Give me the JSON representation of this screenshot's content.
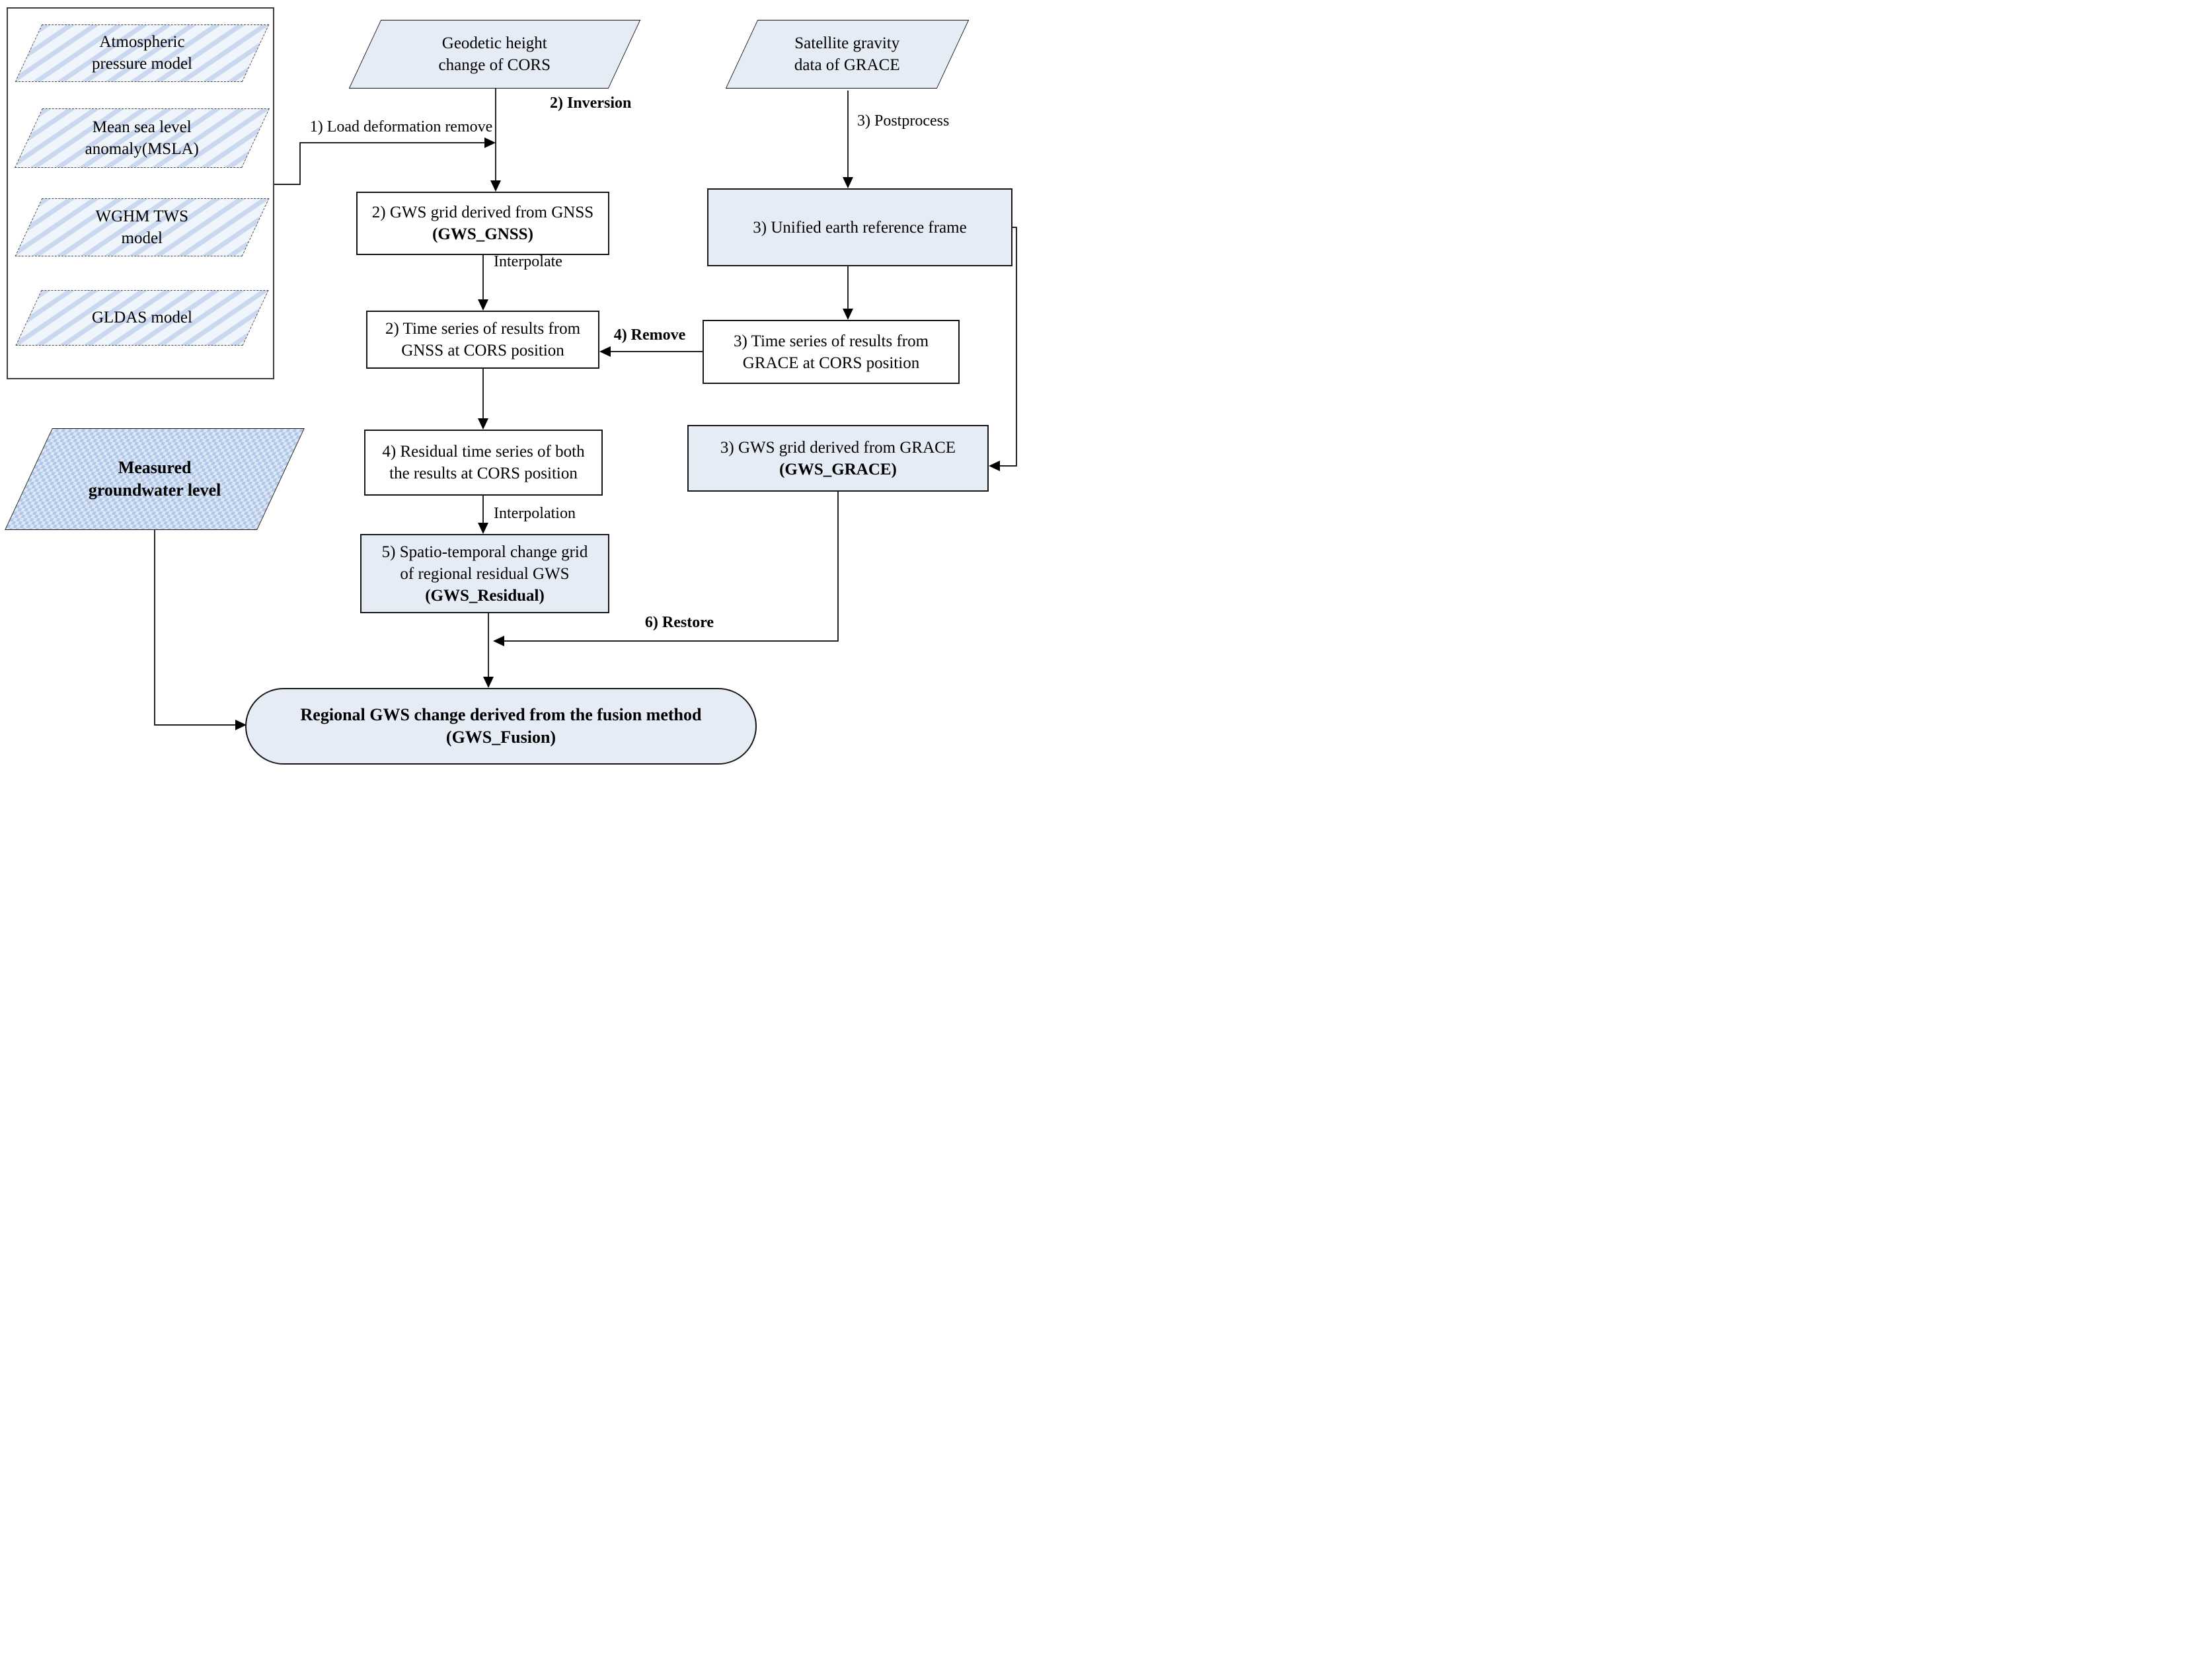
{
  "nodes": {
    "atmospheric": {
      "line1": "Atmospheric",
      "line2": "pressure model"
    },
    "msla": {
      "line1": "Mean sea level",
      "line2": "anomaly(MSLA)"
    },
    "wghm": {
      "line1": "WGHM TWS",
      "line2": "model"
    },
    "gldas": {
      "line1": "GLDAS model"
    },
    "cors": {
      "line1": "Geodetic height",
      "line2": "change of CORS"
    },
    "grace_sat": {
      "line1": "Satellite gravity",
      "line2": "data of GRACE"
    },
    "gws_gnss": {
      "line1": "2) GWS grid derived from GNSS",
      "line2_bold": "(GWS_GNSS)"
    },
    "unified": {
      "line1": "3) Unified earth reference frame"
    },
    "gnss_ts": {
      "line1": "2) Time series of results from",
      "line2": "GNSS at CORS position"
    },
    "grace_ts": {
      "line1": "3) Time series of results from",
      "line2": "GRACE at CORS position"
    },
    "residual_ts": {
      "line1": "4) Residual time series of both",
      "line2": "the results at CORS position"
    },
    "gws_residual": {
      "line1": "5) Spatio-temporal change grid",
      "line2": "of regional residual GWS",
      "line3_bold": "(GWS_Residual)"
    },
    "gws_grace": {
      "line1": "3) GWS grid derived from GRACE",
      "line2_bold": "(GWS_GRACE)"
    },
    "measured": {
      "line1": "Measured",
      "line2": "groundwater level"
    },
    "fusion": {
      "line1": "Regional GWS change derived from the fusion method",
      "line2": "(GWS_Fusion)"
    }
  },
  "edge_labels": {
    "load_deform": "1) Load deformation remove",
    "inversion": "2) Inversion",
    "postprocess": "3) Postprocess",
    "interpolate": "Interpolate",
    "remove": "4) Remove",
    "interpolation": "Interpolation",
    "restore": "6) Restore"
  },
  "colors": {
    "node_fill_blue": "#e6ecf6",
    "hatch_stripe": "#c9d8ee",
    "hatch_bg": "#f0f4fb",
    "checker_blue": "#b0c7e7",
    "line": "#000000"
  }
}
